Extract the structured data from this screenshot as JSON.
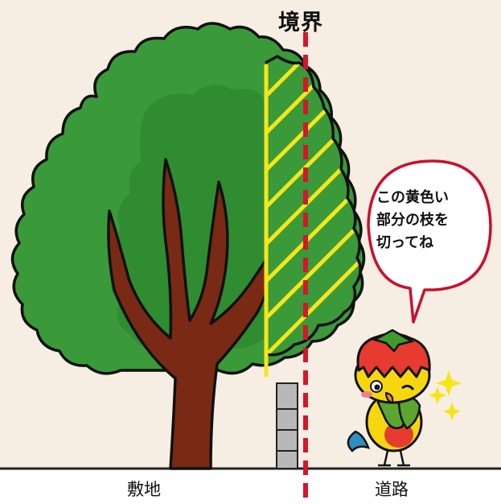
{
  "title": "境界",
  "ground_labels": {
    "lot": "敷地",
    "road": "道路"
  },
  "speech_bubble": {
    "lines": [
      "この黄色い",
      "部分の枝を",
      "切ってね"
    ]
  },
  "colors": {
    "background": "#f7eee3",
    "canopy": "#3a9a3a",
    "canopy_dark": "#2d7f2d",
    "trunk": "#7a2a14",
    "hatch": "#f5e61a",
    "boundary": "#d6152b",
    "wall": "#b8b8b8"
  }
}
